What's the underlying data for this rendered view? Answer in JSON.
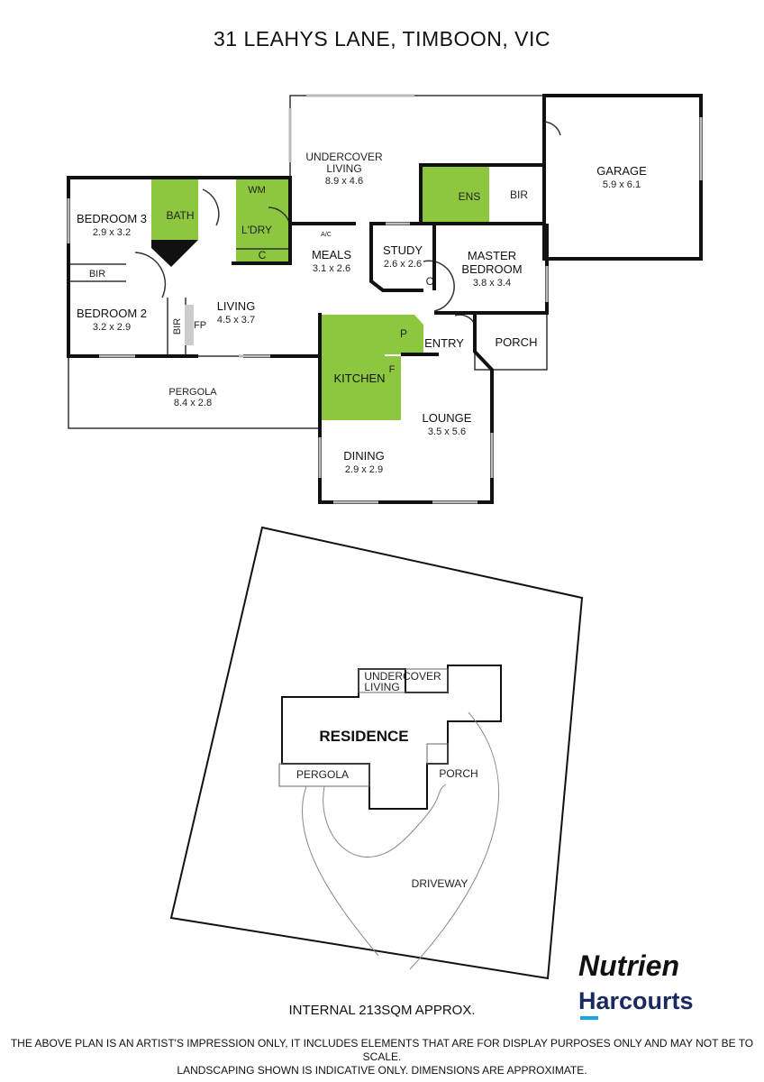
{
  "title": "31 LEAHYS LANE, TIMBOON, VIC",
  "rooms": {
    "undercover": {
      "name1": "UNDERCOVER",
      "name2": "LIVING",
      "dims": "8.9 x 4.6"
    },
    "garage": {
      "name": "GARAGE",
      "dims": "5.9 x 6.1"
    },
    "bedroom3": {
      "name": "BEDROOM 3",
      "dims": "2.9 x 3.2"
    },
    "bath": {
      "name": "BATH"
    },
    "wm": {
      "name": "WM"
    },
    "laundry": {
      "name": "L'DRY"
    },
    "laundry_c": {
      "name": "C"
    },
    "ens": {
      "name": "ENS"
    },
    "bir_master": {
      "name": "BIR"
    },
    "bir_bed3": {
      "name": "BIR"
    },
    "bir_bed2": {
      "name": "BIR"
    },
    "meals": {
      "name": "MEALS",
      "dims": "3.1 x 2.6"
    },
    "ac": {
      "name": "A/C"
    },
    "study": {
      "name": "STUDY",
      "dims": "2.6 x 2.6"
    },
    "study_c": {
      "name": "C"
    },
    "master": {
      "name1": "MASTER",
      "name2": "BEDROOM",
      "dims": "3.8 x 3.4"
    },
    "bedroom2": {
      "name": "BEDROOM 2",
      "dims": "3.2 x 2.9"
    },
    "fp": {
      "name": "FP"
    },
    "living": {
      "name": "LIVING",
      "dims": "4.5 x 3.7"
    },
    "pantry": {
      "name": "P"
    },
    "entry": {
      "name": "ENTRY"
    },
    "porch": {
      "name": "PORCH"
    },
    "kitchen": {
      "name": "KITCHEN"
    },
    "fridge": {
      "name": "F"
    },
    "pergola": {
      "name": "PERGOLA",
      "dims": "8.4 x 2.8"
    },
    "lounge": {
      "name": "LOUNGE",
      "dims": "3.5 x 5.6"
    },
    "dining": {
      "name": "DINING",
      "dims": "2.9 x 2.9"
    }
  },
  "site": {
    "undercover1": "UNDERCOVER",
    "undercover2": "LIVING",
    "residence": "RESIDENCE",
    "pergola": "PERGOLA",
    "porch": "PORCH",
    "driveway": "DRIVEWAY"
  },
  "area": "INTERNAL 213SQM APPROX.",
  "disclaimer1": "THE ABOVE PLAN IS AN ARTIST'S IMPRESSION ONLY, IT INCLUDES ELEMENTS THAT ARE FOR DISPLAY PURPOSES ONLY AND MAY NOT BE TO SCALE.",
  "disclaimer2": "LANDSCAPING SHOWN IS INDICATIVE ONLY. DIMENSIONS ARE APPROXIMATE.",
  "logo": {
    "line1": "Nutrien",
    "line2": "Harcourts"
  },
  "colors": {
    "wet_area": "#8dc63f",
    "wall": "#111111",
    "window": "#bbbbbb"
  }
}
